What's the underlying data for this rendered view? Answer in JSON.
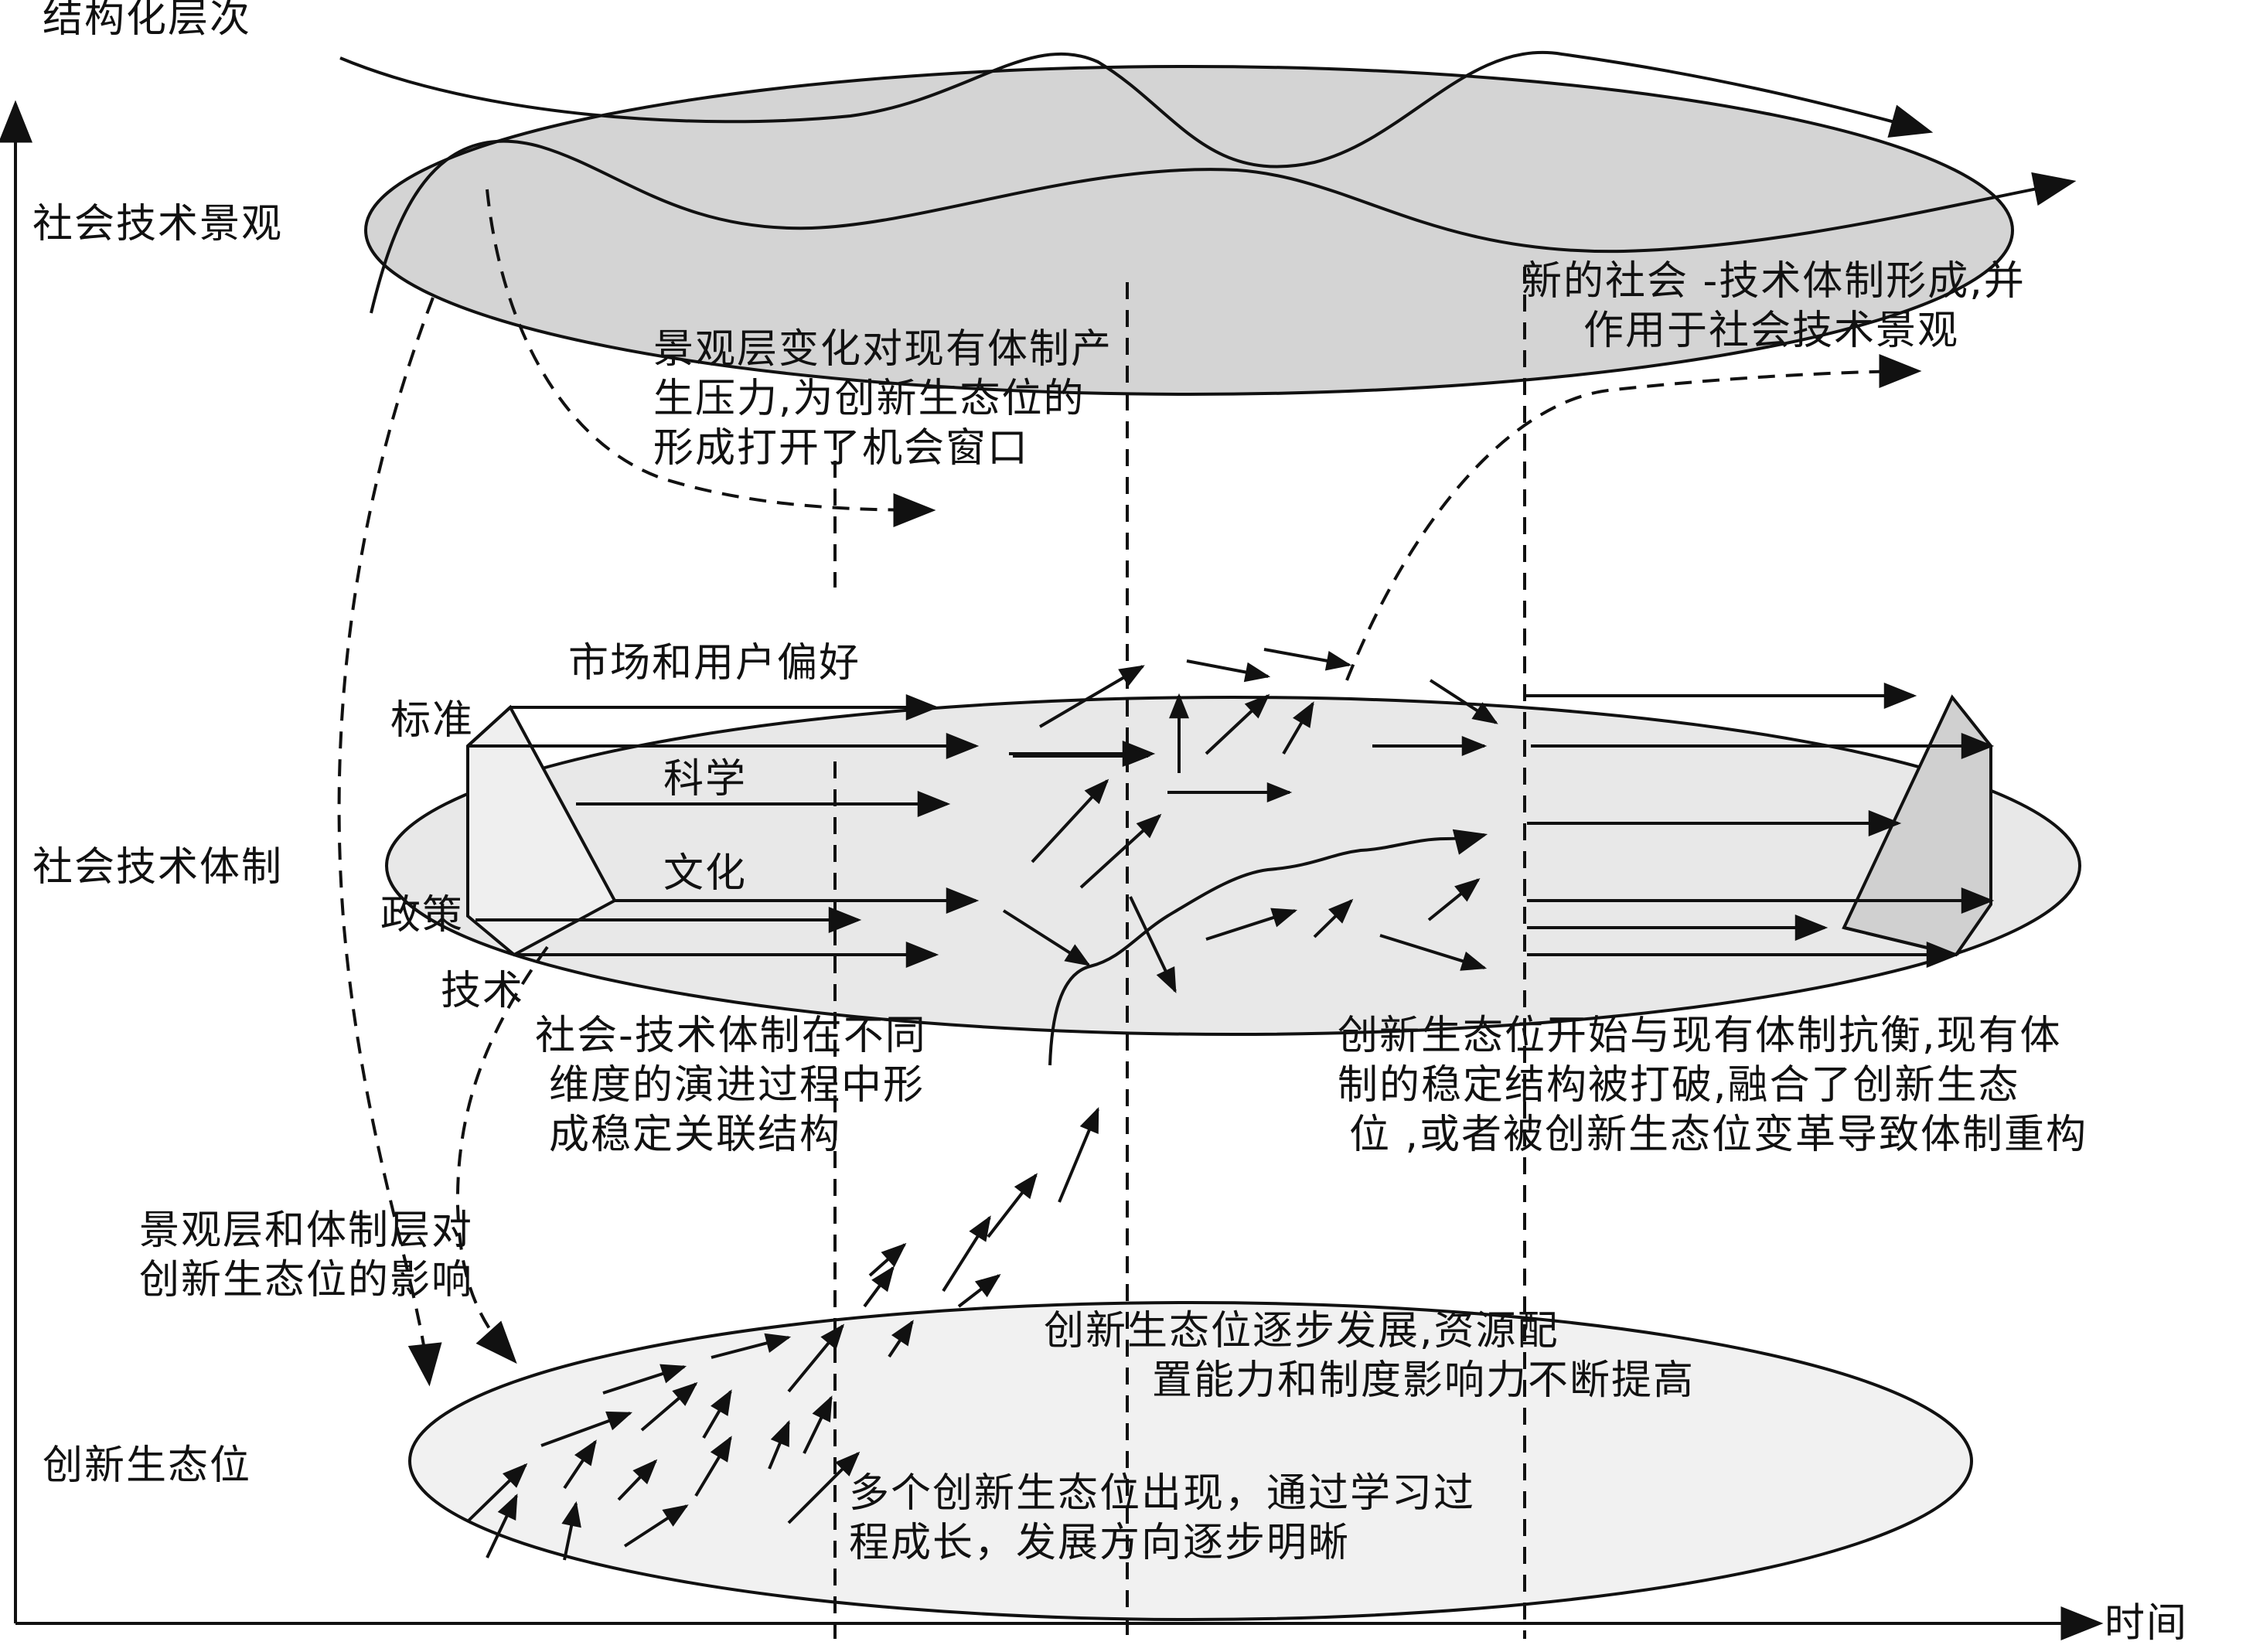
{
  "axes": {
    "y_label": "结构化层次",
    "x_label": "时间"
  },
  "levels": {
    "landscape": "社会技术景观",
    "regime": "社会技术体制",
    "niche": "创新生态位"
  },
  "regime_dimensions": {
    "market": "市场和用户偏好",
    "standard": "标准",
    "science": "科学",
    "culture": "文化",
    "policy": "政策",
    "technology": "技术"
  },
  "annotations": {
    "landscape_pressure": [
      "景观层变化对现有体制产",
      "生压力,为创新生态位的",
      "形成打开了机会窗口"
    ],
    "new_regime": [
      "新的社会 -技术体制形成,并",
      "作用于社会技术景观"
    ],
    "regime_evolution": [
      "社会-技术体制在不同",
      "维度的演进过程中形",
      "成稳定关联结构"
    ],
    "niche_breakthrough": [
      "创新生态位开始与现有体制抗衡,现有体",
      "制的稳定结构被打破,融合了创新生态",
      "位 ,或者被创新生态位变革导致体制重构"
    ],
    "top_down_influence": [
      "景观层和体制层对",
      "创新生态位的影响"
    ],
    "niche_development": [
      "创新生态位逐步发展,资源配",
      "置能力和制度影响力不断提高"
    ],
    "niche_emergence": [
      "多个创新生态位出现，通过学习过",
      "程成长，发展方向逐步明晰"
    ]
  },
  "colors": {
    "landscape_fill": "#d4d4d4",
    "regime_fill": "#e8e8e8",
    "niche_fill": "#f1f1f1",
    "prism_face": "#d0d0d0",
    "prism_face_light": "#efefef",
    "ink": "#111111"
  },
  "icons": {
    "arrow_head": "filled-triangle-arrow"
  }
}
